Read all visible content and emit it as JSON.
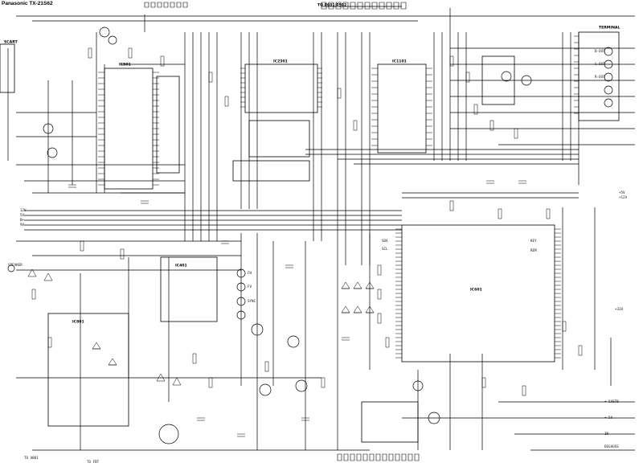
{
  "diagram": {
    "title": "Panasonic TX-21S62",
    "ic_labels": {
      "main_cpu": "IC601",
      "vif_chroma": "IC501",
      "audio": "IC2301",
      "eeprom": "IC1101",
      "power": "IC801",
      "horizontal": "IC401"
    },
    "edge_labels": {
      "left_rail_1": "12V",
      "left_rail_2": "5V",
      "left_rail_3": "B+",
      "left_rail_4": "9V",
      "right_rail_1": "+5V",
      "right_rail_2": "+12V",
      "right_rail_3": "+33V",
      "bottom_right_1": "+ 5VSTB",
      "bottom_right_2": "+ 5V",
      "bottom_right_3": "IN",
      "bottom_right_4": "DEGAUSS",
      "bottom_left": "TO A801",
      "bottom_center": "TO FBT"
    },
    "connector_labels": {
      "scart": "SCART",
      "top_connector": "TO P601 P502",
      "av_right": "TERMINAL",
      "speaker": "SPEAKER"
    },
    "line_labels": {
      "fh": "FH",
      "fv": "FV",
      "sync": "SYNC",
      "b_out": "B-OUT",
      "g_out": "G-OUT",
      "r_out": "R-OUT",
      "sda": "SDA",
      "scl": "SCL",
      "key": "KEY",
      "rem": "REM"
    }
  }
}
